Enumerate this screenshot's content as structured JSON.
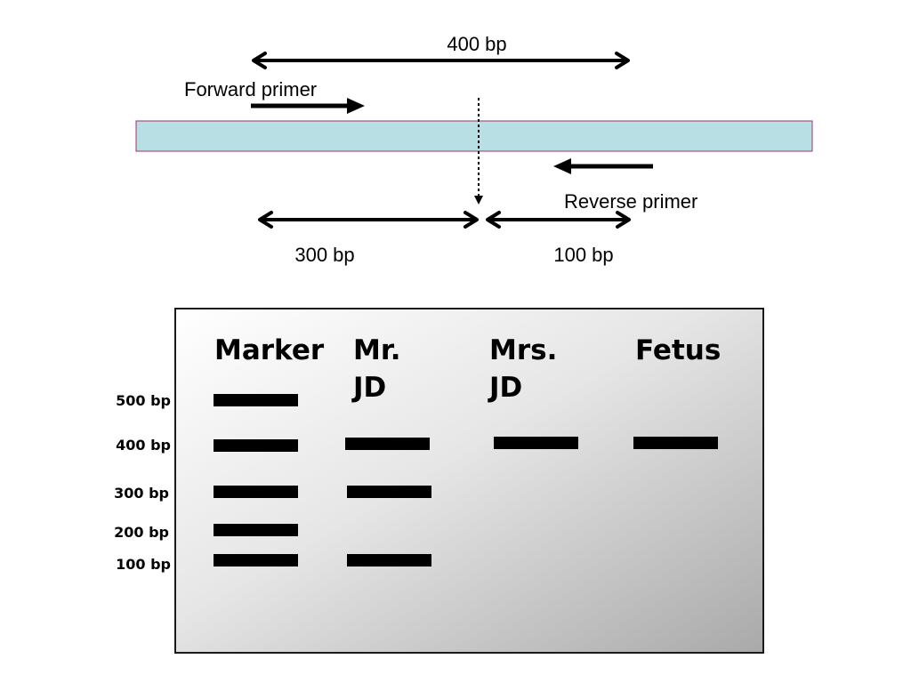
{
  "pcr_map": {
    "total_product": "400 bp",
    "forward_primer": "Forward primer",
    "reverse_primer": "Reverse primer",
    "fragment_left": "300 bp",
    "fragment_right": "100 bp"
  },
  "gel": {
    "lanes": [
      {
        "line1": "Marker",
        "line2": ""
      },
      {
        "line1": "Mr.",
        "line2": "JD"
      },
      {
        "line1": "Mrs.",
        "line2": "JD"
      },
      {
        "line1": "Fetus",
        "line2": ""
      }
    ],
    "ruler": [
      "500 bp",
      "400 bp",
      "300 bp",
      "200 bp",
      "100 bp"
    ]
  },
  "colors": {
    "dna_strand": "#b8dfe3",
    "dna_border": "#a0306a",
    "band": "#000000"
  }
}
